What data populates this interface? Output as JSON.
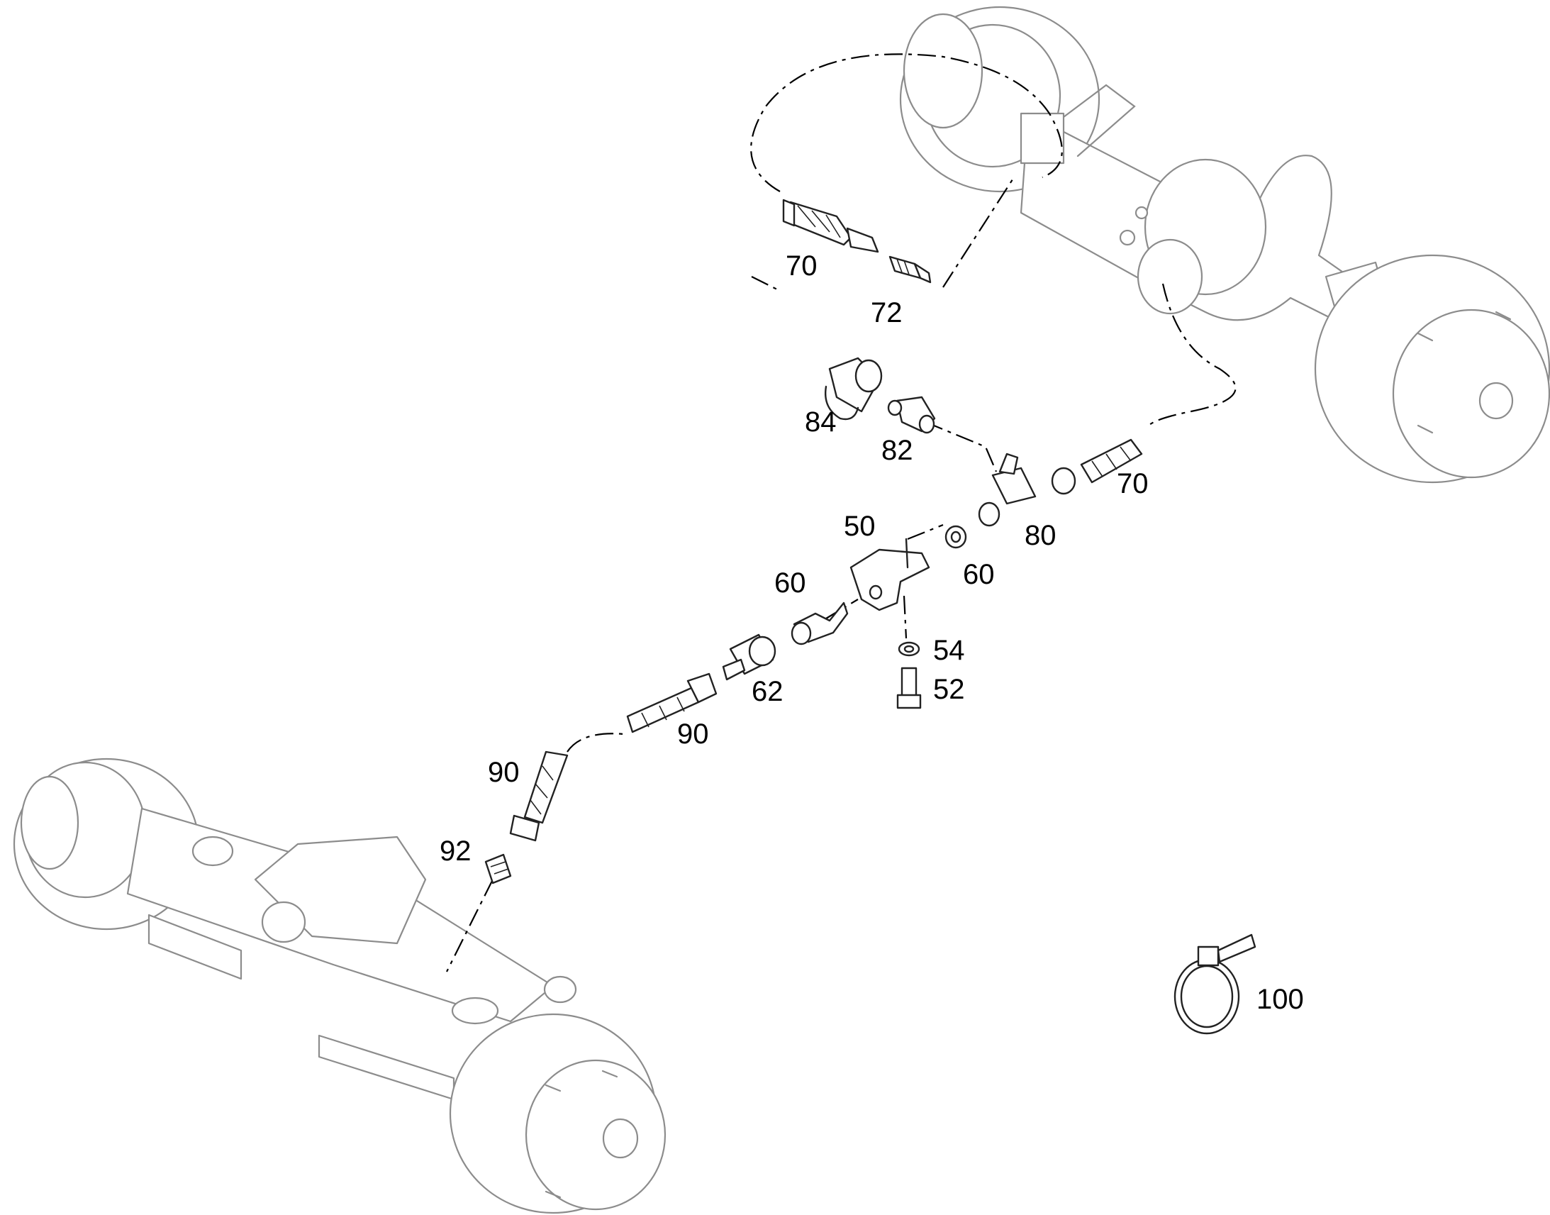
{
  "diagram": {
    "callouts": [
      {
        "id": "70a",
        "text": "70"
      },
      {
        "id": "72",
        "text": "72"
      },
      {
        "id": "84",
        "text": "84"
      },
      {
        "id": "82",
        "text": "82"
      },
      {
        "id": "70b",
        "text": "70"
      },
      {
        "id": "50",
        "text": "50"
      },
      {
        "id": "80",
        "text": "80"
      },
      {
        "id": "60a",
        "text": "60"
      },
      {
        "id": "60b",
        "text": "60"
      },
      {
        "id": "54",
        "text": "54"
      },
      {
        "id": "52",
        "text": "52"
      },
      {
        "id": "62",
        "text": "62"
      },
      {
        "id": "90a",
        "text": "90"
      },
      {
        "id": "90b",
        "text": "90"
      },
      {
        "id": "92",
        "text": "92"
      },
      {
        "id": "100",
        "text": "100"
      }
    ]
  },
  "colors": {
    "line": "#222222",
    "axle_outline": "#8c8c8c",
    "background": "#ffffff"
  }
}
